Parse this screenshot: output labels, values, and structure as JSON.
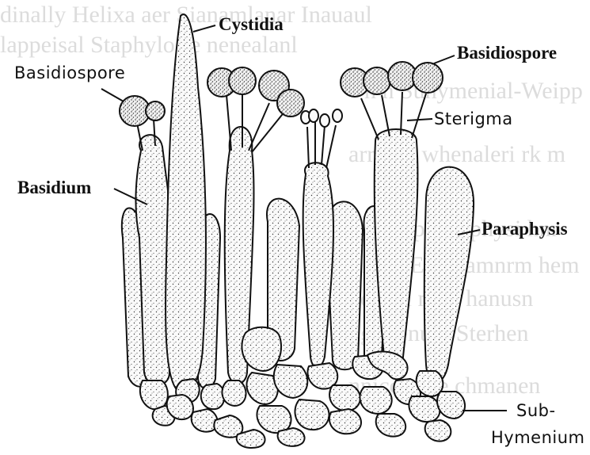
{
  "background_text": [
    "dinally Helixa aer Sianamlanar Inauaul",
    "lappeisal Staphylo se nenealanl",
    "n n Suhymenial-Weipp",
    "arranm whenaleri rk m",
    "mu be ppanaphysi hnr",
    "uu ms. Eeheramnrm hem",
    "Ibeeoni mnu hanusn",
    "Cngdilenuer Sterhen",
    "nniccrnme chmanen"
  ],
  "labels": {
    "cystidia": "Cystidia",
    "basidiospore_left": "Basidiospore",
    "basidiospore_right": "Basidiospore",
    "sterigma": "Sterigma",
    "basidium": "Basidium",
    "paraphysis": "Paraphysis",
    "subhymenium_line1": "Sub-",
    "subhymenium_line2": "Hymenium"
  },
  "colors": {
    "ink": "#111111",
    "background": "#ffffff",
    "ghost_text": "#dcdcdc"
  }
}
